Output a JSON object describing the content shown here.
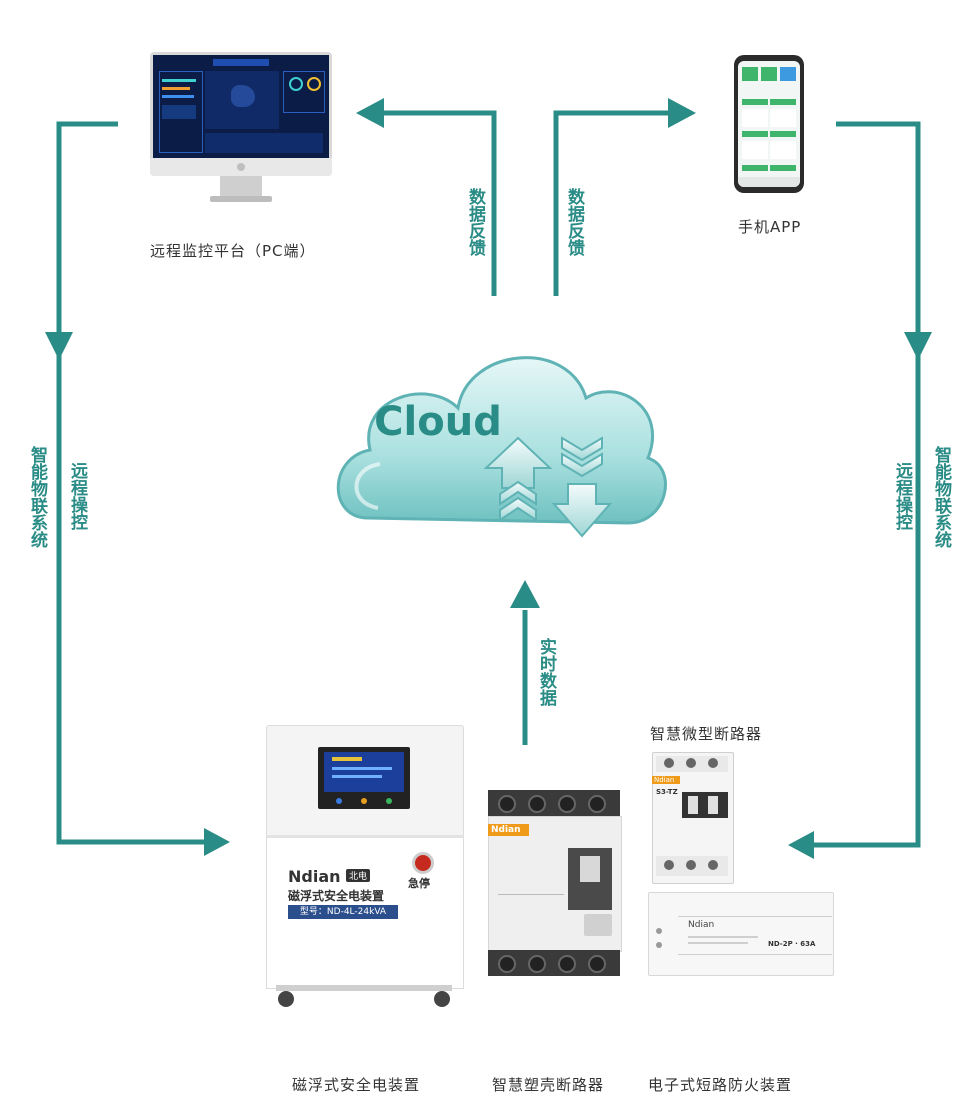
{
  "cloud": {
    "label": "Cloud"
  },
  "labels": {
    "pc": "远程监控平台（PC端）",
    "app": "手机APP",
    "mcb": "智慧微型断路器",
    "device1": "磁浮式安全电装置",
    "device2": "智慧塑壳断路器",
    "device3": "电子式短路防火装置"
  },
  "arrows": {
    "feedback_left": "数据反馈",
    "feedback_right": "数据反馈",
    "realtime": "实时数据",
    "left_outer": "智能物联系统",
    "left_inner": "远程操控",
    "right_inner": "远程操控",
    "right_outer": "智能物联系统"
  },
  "cabinet": {
    "brand": "Ndian",
    "brand_tag": "北电",
    "name": "磁浮式安全电装置",
    "model": "型号：ND-4L-24kVA",
    "estop": "急停"
  },
  "mccb": {
    "brand": "Ndian"
  },
  "afdd": {
    "brand": "Ndian",
    "model": "ND-2P · 63A"
  },
  "mcb_device": {
    "brand": "Ndian",
    "model": "S3-TZ"
  },
  "colors": {
    "flow": "#2a8c86",
    "cloud": "#8fd3d3",
    "cloud_dark": "#4fa8ad"
  }
}
